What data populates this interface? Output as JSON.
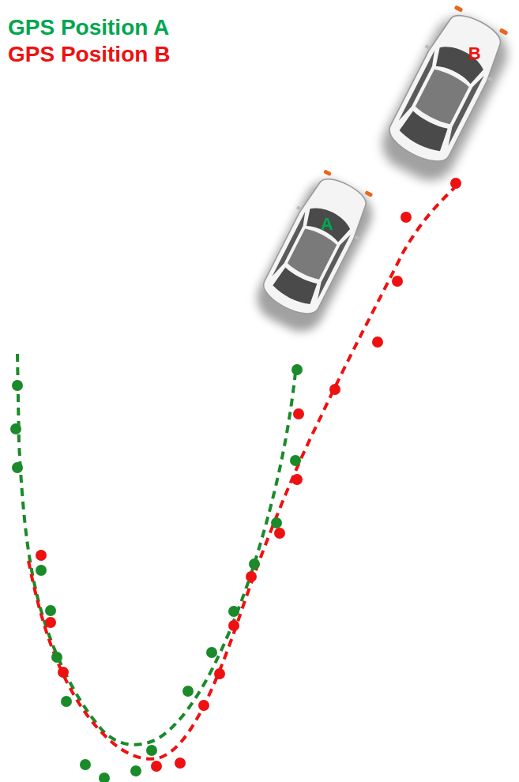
{
  "diagram": {
    "nodes": [
      {
        "text": [
          "A"
        ]
      },
      {
        "text": [
          "B"
        ]
      }
    ],
    "legend": [
      {
        "text": "GPS Position A",
        "color": "#00a650"
      },
      {
        "text": "GPS Position B",
        "color": "#ee1111"
      }
    ]
  }
}
